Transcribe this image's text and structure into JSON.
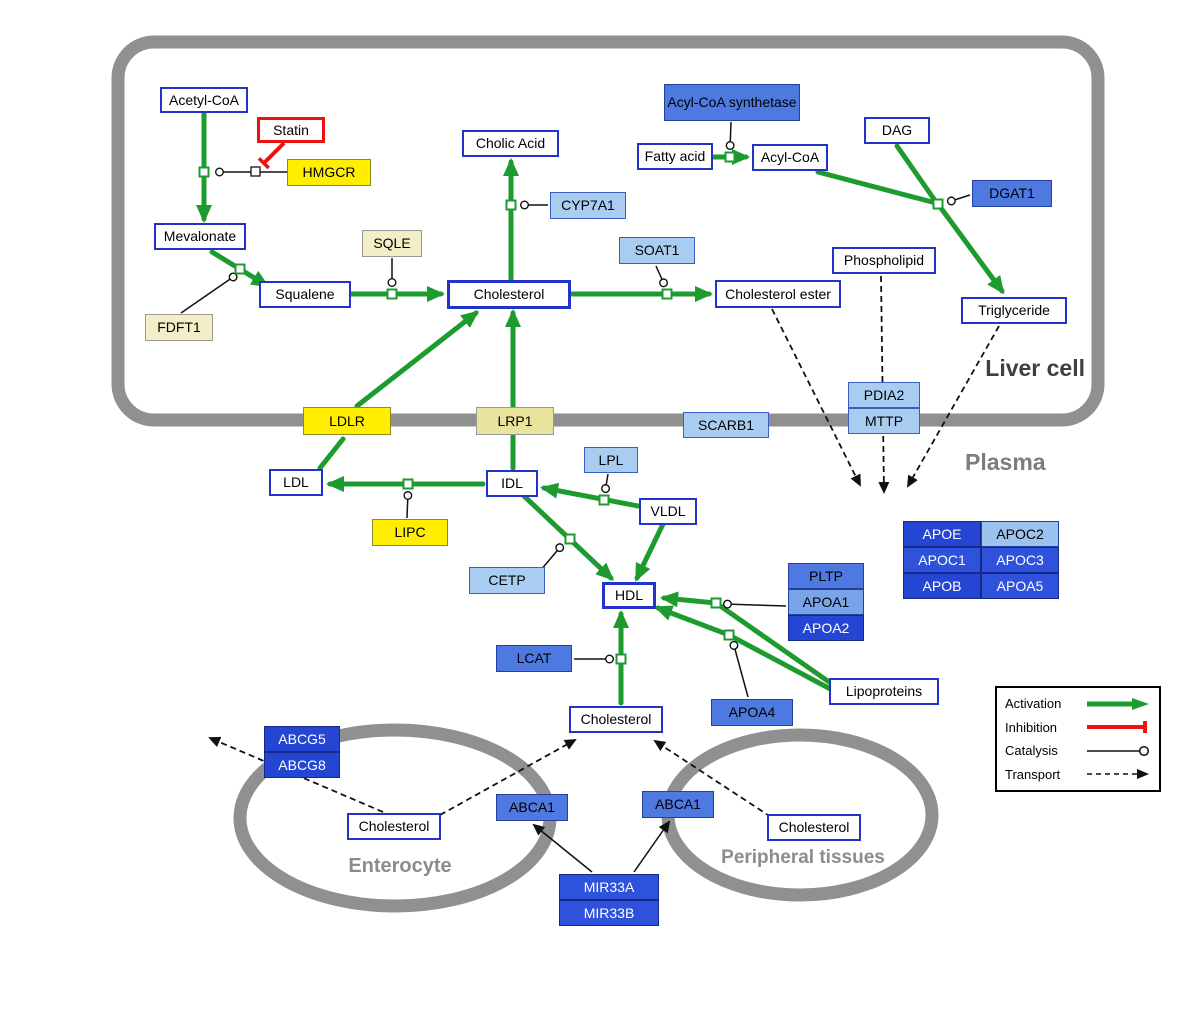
{
  "compartments": {
    "liver": "Liver cell",
    "plasma": "Plasma",
    "enterocyte": "Enterocyte",
    "peripheral": "Peripheral tissues"
  },
  "nodes": {
    "acetyl_coa": "Acetyl-CoA",
    "statin": "Statin",
    "hmgcr": "HMGCR",
    "mevalonate": "Mevalonate",
    "sqle": "SQLE",
    "fdft1": "FDFT1",
    "squalene": "Squalene",
    "cholic_acid": "Cholic Acid",
    "cyp7a1": "CYP7A1",
    "cholesterol_liver": "Cholesterol",
    "soat1": "SOAT1",
    "cholesterol_ester": "Cholesterol ester",
    "acyl_coa_synthetase": "Acyl-CoA synthetase",
    "fatty_acid": "Fatty acid",
    "acyl_coa": "Acyl-CoA",
    "dag": "DAG",
    "dgat1": "DGAT1",
    "phospholipid": "Phospholipid",
    "triglyceride": "Triglyceride",
    "ldlr": "LDLR",
    "lrp1": "LRP1",
    "scarb1": "SCARB1",
    "pdia2": "PDIA2",
    "mttp": "MTTP",
    "ldl": "LDL",
    "idl": "IDL",
    "lpl": "LPL",
    "vldl": "VLDL",
    "lipc": "LIPC",
    "cetp": "CETP",
    "hdl": "HDL",
    "pltp": "PLTP",
    "apoa1": "APOA1",
    "apoa2": "APOA2",
    "lcat": "LCAT",
    "apoa4": "APOA4",
    "lipoproteins": "Lipoproteins",
    "apoe": "APOE",
    "apoc2": "APOC2",
    "apoc1": "APOC1",
    "apoc3": "APOC3",
    "apob": "APOB",
    "apoa5": "APOA5",
    "cholesterol_plasma": "Cholesterol",
    "abcg5": "ABCG5",
    "abcg8": "ABCG8",
    "cholesterol_enterocyte": "Cholesterol",
    "abca1_left": "ABCA1",
    "abca1_right": "ABCA1",
    "cholesterol_peripheral": "Cholesterol",
    "mir33a": "MIR33A",
    "mir33b": "MIR33B"
  },
  "legend": {
    "activation": "Activation",
    "inhibition": "Inhibition",
    "catalysis": "Catalysis",
    "transport": "Transport"
  },
  "colors": {
    "activation_green": "#1d9b2f",
    "inhibition_red": "#ee1111",
    "metabolite_border_blue": "#2233cc",
    "enzyme_yellow": "#ffee00",
    "pale_yellow": "#f2eec6",
    "light_blue": "#a9cdf0",
    "mid_blue": "#4d79e0",
    "dark_blue": "#2546d2",
    "membrane_gray": "#909090"
  }
}
